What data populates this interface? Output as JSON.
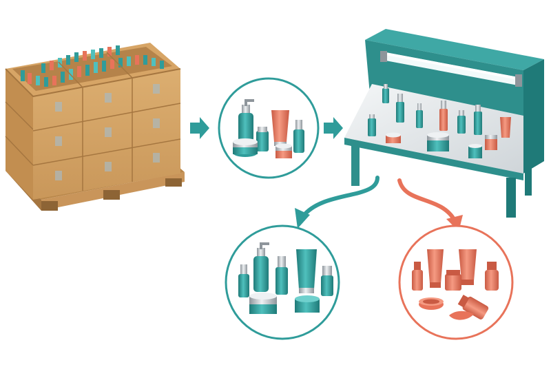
{
  "colors": {
    "teal": "#2f9c9a",
    "teal_dark": "#1f7a78",
    "teal_light": "#4fc0bd",
    "coral": "#e8735a",
    "coral_dark": "#c95a43",
    "coral_light": "#f59a82",
    "silver": "#c8ccd0",
    "cardboard": "#d9a868",
    "cardboard_dark": "#b9874a",
    "pallet": "#c9955a",
    "table_teal": "#2e8f8c",
    "table_top": "#e6eaed"
  },
  "stages": [
    {
      "id": "bulk-pallet",
      "icon": "pallet-of-boxes-icon"
    },
    {
      "id": "incoming-sample",
      "icon": "mixed-cosmetics-icon"
    },
    {
      "id": "inspection-table",
      "icon": "inspection-table-icon"
    },
    {
      "id": "accepted-products",
      "icon": "teal-cosmetics-icon"
    },
    {
      "id": "rejected-products",
      "icon": "coral-cosmetics-icon"
    }
  ],
  "flows": [
    {
      "from": "bulk-pallet",
      "to": "incoming-sample",
      "color": "#2f9c9a"
    },
    {
      "from": "incoming-sample",
      "to": "inspection-table",
      "color": "#2f9c9a"
    },
    {
      "from": "inspection-table",
      "to": "accepted-products",
      "color": "#2f9c9a"
    },
    {
      "from": "inspection-table",
      "to": "rejected-products",
      "color": "#e8735a"
    }
  ]
}
